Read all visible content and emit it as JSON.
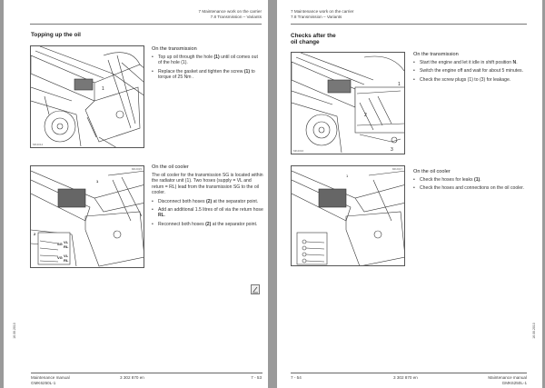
{
  "left_page": {
    "header": [
      "7 Maintenance work on the carrier",
      "7.8 Transmission – Variants"
    ],
    "section_title": "Topping up the oil",
    "figure1_no": "MK2014",
    "figure2_no": "MK2015",
    "block1": {
      "title": "On the transmission",
      "bullets": [
        {
          "pre": "Top up oil through the hole ",
          "b": "(1)",
          "post": " until oil comes out of the hole (1)."
        },
        {
          "pre": "Replace the gasket and tighten the screw ",
          "b": "(1)",
          "post": " to torque of 25 Nm ."
        }
      ]
    },
    "block2": {
      "title": "On the oil cooler",
      "intro": "The oil cooler for the transmission SG is located within the radiator unit (1). Two hoses (supply = VL and return = RL) lead from the transmission SG to the oil cooler.",
      "bullets": [
        {
          "pre": "Disconnect both hoses ",
          "b": "(2)",
          "post": " at the separator point."
        },
        {
          "pre": "Add an additional 1.5 litres of oil via the return hose ",
          "b": "RL",
          "post": "."
        },
        {
          "pre": "Reconnect both hoses ",
          "b": "(2)",
          "post": " at the separator point."
        }
      ]
    },
    "fig_labels": {
      "one": "1",
      "two": "2",
      "sg": "SG",
      "vg": "VG",
      "vl": "VL",
      "rl": "RL"
    },
    "side_label": "16.06.2010",
    "footer": {
      "title": "Maintenance manual",
      "model": "GMK6250L-1",
      "doc": "3 302 870 en",
      "page": "7 - 53"
    }
  },
  "right_page": {
    "header": [
      "7 Maintenance work on the carrier",
      "7.8 Transmission – Variants"
    ],
    "section_title": [
      "Checks after the",
      "oil change"
    ],
    "figure1_no": "MK2016",
    "figure2_no": "MK2017",
    "block1": {
      "title": "On the transmission",
      "bullets": [
        {
          "pre": "Start the engine and let it idle in shift position ",
          "b": "N",
          "post": "."
        },
        {
          "pre": "Switch the engine off and wait for about 5 minutes.",
          "b": "",
          "post": ""
        },
        {
          "pre": "Check the screw plugs (1) to (3) for leakage.",
          "b": "",
          "post": ""
        }
      ]
    },
    "block2": {
      "title": "On the oil cooler",
      "bullets": [
        {
          "pre": "Check the hoses for leaks ",
          "b": "(1)",
          "post": "."
        },
        {
          "pre": "Check the hoses and connections on the oil cooler.",
          "b": "",
          "post": ""
        }
      ]
    },
    "fig_labels": {
      "one": "1",
      "two": "2",
      "three": "3"
    },
    "side_label": "16.06.2010",
    "footer": {
      "title": "Maintenance manual",
      "model": "GMK6250L-1",
      "doc": "3 302 870 en",
      "page": "7 - 54"
    }
  }
}
